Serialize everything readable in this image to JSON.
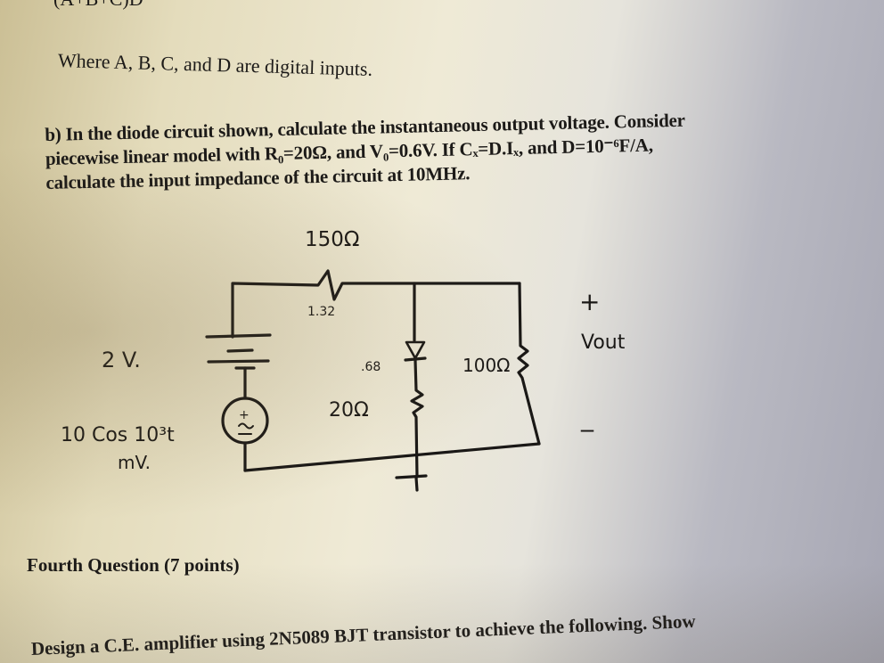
{
  "page": {
    "top_cut_text": "(A+B+C)D",
    "where_line": "Where A, B, C, and D are digital inputs.",
    "question_b": {
      "line1": "b) In the diode circuit shown, calculate the instantaneous output voltage. Consider",
      "line2": "piecewise linear model with R₀=20Ω, and V₀=0.6V.  If Cₓ=D.Iₓ, and D=10⁻⁶F/A,",
      "line3": "calculate the input impedance of the circuit at 10MHz."
    },
    "fourth_question": "Fourth Question (7 points)",
    "last_line": "Design a C.E. amplifier using 2N5089 BJT transistor to achieve the following. Show"
  },
  "circuit": {
    "r_series_label": "150Ω",
    "r_series_note": "1.32",
    "battery_label": "2 V.",
    "diode_note": ".68",
    "r_load_label": "100Ω",
    "r_diode_label": "20Ω",
    "source_label": "10 Cos 10³t",
    "source_unit": "mV.",
    "vout_plus": "+",
    "vout_label": "Vout",
    "vout_minus": "_"
  }
}
